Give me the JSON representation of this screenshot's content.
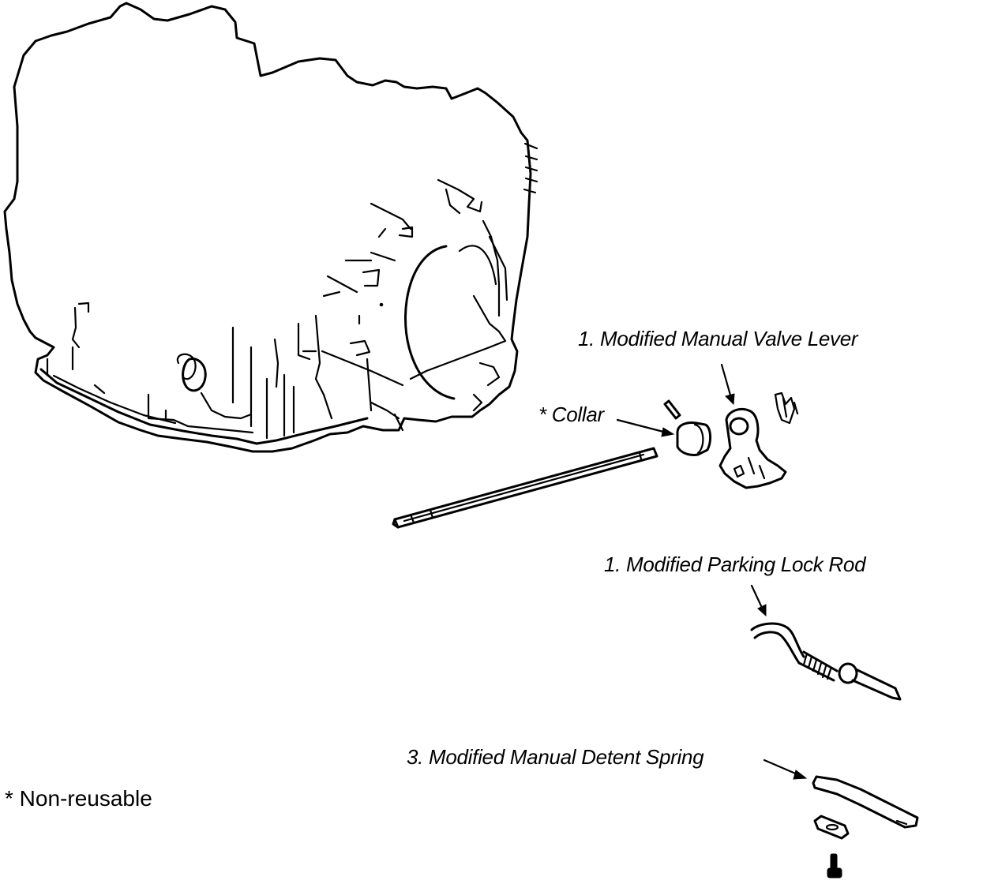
{
  "labels": {
    "valve_lever": "1. Modified Manual Valve Lever",
    "collar": "* Collar",
    "parking_lock_rod": "1. Modified Parking Lock Rod",
    "detent_spring": "3. Modified Manual Detent Spring",
    "non_reusable_note": "* Non-reusable"
  },
  "colors": {
    "ink": "#000000",
    "background": "#ffffff"
  }
}
